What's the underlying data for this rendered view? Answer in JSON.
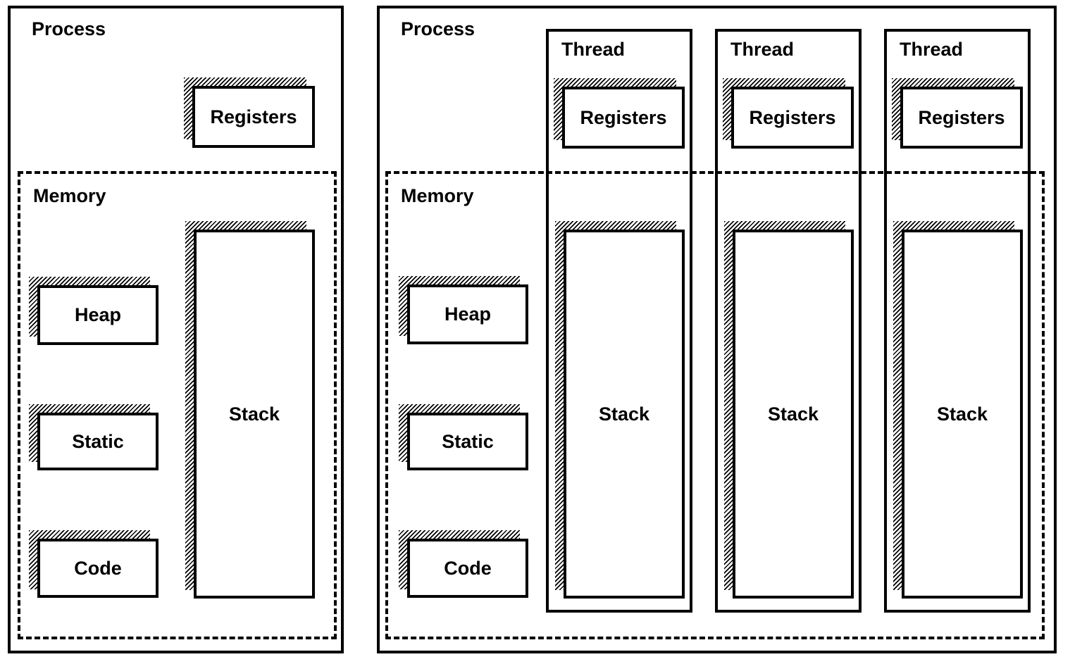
{
  "colors": {
    "background": "#ffffff",
    "ink": "#000000"
  },
  "single_threaded_process": {
    "title": "Process",
    "registers_label": "Registers",
    "memory": {
      "title": "Memory",
      "heap_label": "Heap",
      "static_label": "Static",
      "code_label": "Code",
      "stack_label": "Stack"
    }
  },
  "multi_threaded_process": {
    "title": "Process",
    "memory": {
      "title": "Memory",
      "heap_label": "Heap",
      "static_label": "Static",
      "code_label": "Code"
    },
    "threads": [
      {
        "title": "Thread",
        "registers_label": "Registers",
        "stack_label": "Stack"
      },
      {
        "title": "Thread",
        "registers_label": "Registers",
        "stack_label": "Stack"
      },
      {
        "title": "Thread",
        "registers_label": "Registers",
        "stack_label": "Stack"
      }
    ]
  }
}
